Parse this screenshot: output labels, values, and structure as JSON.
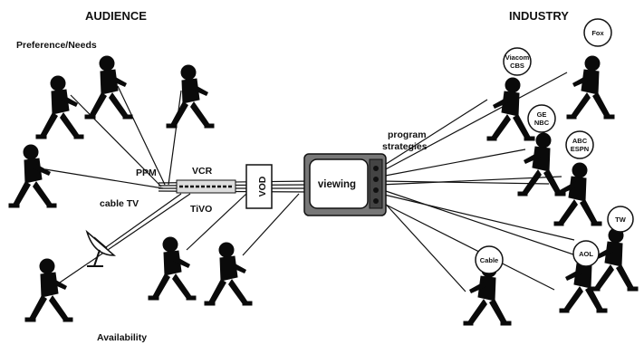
{
  "labels": {
    "audience": "AUDIENCE",
    "industry": "INDUSTRY",
    "preference_needs": "Preference/Needs",
    "availability": "Availability",
    "cable_tv": "cable TV",
    "ppm": "PPM",
    "vcr": "VCR",
    "tivo": "TiVO",
    "vod": "VOD",
    "viewing": "viewing",
    "program_strategies_line1": "program",
    "program_strategies_line2": "strategies"
  },
  "industry_badges": {
    "fox": "Fox",
    "viacom_cbs_line1": "Viacom",
    "viacom_cbs_line2": "CBS",
    "ge_nbc_line1": "GE",
    "ge_nbc_line2": "NBC",
    "abc_espn_line1": "ABC",
    "abc_espn_line2": "ESPN",
    "tw": "TW",
    "aol": "AOL",
    "cable": "Cable"
  }
}
